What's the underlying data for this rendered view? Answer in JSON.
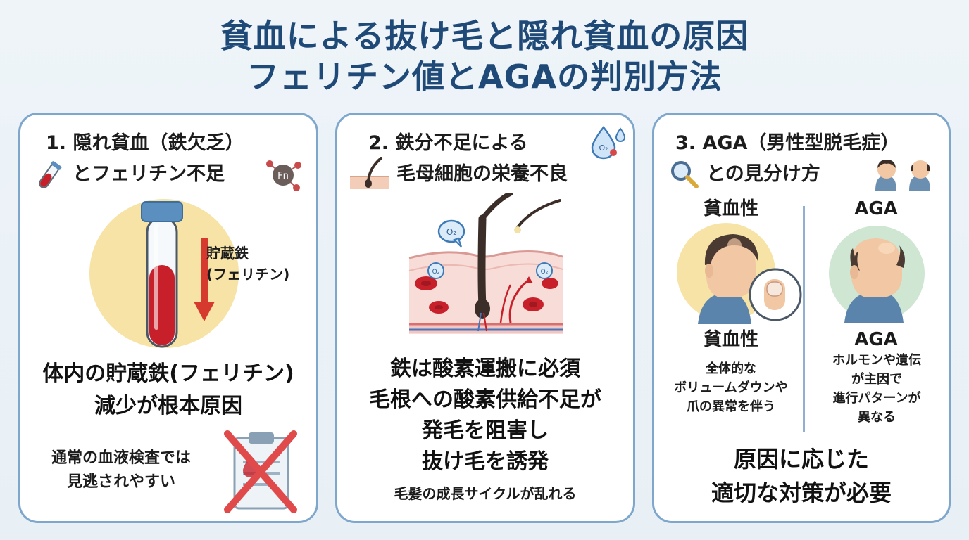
{
  "title": {
    "line1": "貧血による抜け毛と隠れ貧血の原因",
    "line2": "フェリチン値とAGAの判別方法"
  },
  "panel1": {
    "heading1": "1. 隠れ貧血（鉄欠乏）",
    "heading2": "とフェリチン不足",
    "fn_badge": "Fn",
    "arrow_label1": "貯蔵鉄",
    "arrow_label2": "(フェリチン)",
    "main_line1": "体内の貯蔵鉄(フェリチン)",
    "main_line2": "減少が根本原因",
    "note_line1": "通常の血液検査では",
    "note_line2": "見逃されやすい",
    "icons": [
      "blood-tube-icon",
      "ferritin-molecule-icon",
      "test-tube-icon",
      "down-arrow-icon",
      "clipboard-crossed-icon"
    ]
  },
  "panel2": {
    "heading1": "2. 鉄分不足による",
    "heading2": "毛母細胞の栄養不良",
    "o2_label": "O₂",
    "main_line1": "鉄は酸素運搬に必須",
    "main_line2": "毛根への酸素供給不足が",
    "main_line3": "発毛を阻害し",
    "main_line4": "抜け毛を誘発",
    "footer": "毛髪の成長サイクルが乱れる",
    "icons": [
      "oxygen-drop-icon",
      "hair-follicle-icon",
      "scalp-cross-section-icon",
      "red-blood-cell-icon"
    ]
  },
  "panel3": {
    "heading1": "3. AGA（男性型脱毛症）",
    "heading2": "との見分け方",
    "left_label_top": "貧血性",
    "right_label_top": "AGA",
    "left_label_bottom": "貧血性",
    "right_label_bottom": "AGA",
    "left_desc1": "全体的な",
    "left_desc2": "ボリュームダウンや",
    "left_desc3": "爪の異常を伴う",
    "right_desc1": "ホルモンや遺伝",
    "right_desc2": "が主因で",
    "right_desc3": "進行パターンが",
    "right_desc4": "異なる",
    "conclusion1": "原因に応じた",
    "conclusion2": "適切な対策が必要",
    "icons": [
      "magnifier-icon",
      "head-comparison-icon",
      "thinning-head-icon",
      "fingernail-icon",
      "bald-crown-head-icon"
    ]
  },
  "colors": {
    "title": "#1f4a78",
    "panel_border": "#7fa7cc",
    "blood_red": "#c8202a",
    "accent_yellow": "#f7e3a6",
    "accent_green": "#cfe6d2"
  }
}
